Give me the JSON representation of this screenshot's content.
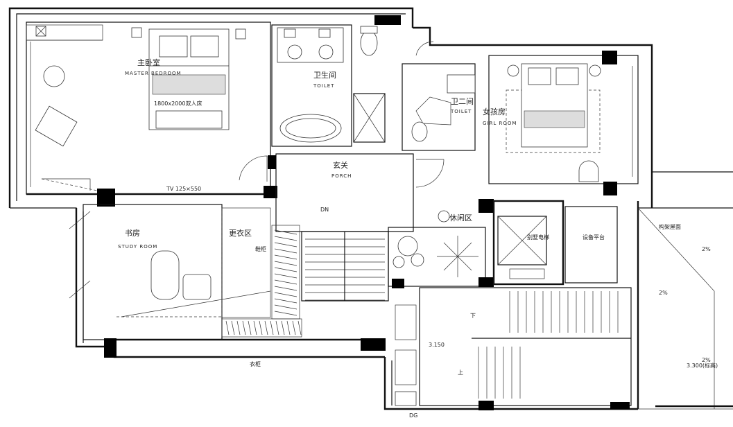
{
  "rooms": {
    "master_bedroom": {
      "cn": "主卧室",
      "en": "MASTER BEDROOM",
      "bed": "1800x2000双人床"
    },
    "master_bath": {
      "cn": "卫生间",
      "en": "TOILET"
    },
    "girl_room": {
      "cn": "女孩房",
      "en": "GIRL ROOM"
    },
    "bath2": {
      "cn": "卫二间",
      "en": "TOILET"
    },
    "porch": {
      "cn": "玄关",
      "en": "PORCH"
    },
    "study": {
      "cn": "书房",
      "en": "STUDY ROOM"
    },
    "wardrobe": {
      "cn": "更衣区"
    },
    "leisure": {
      "cn": "休闲区"
    },
    "elevator": {
      "cn": "别墅电梯"
    },
    "equipment": {
      "cn": "设备平台"
    },
    "roof": {
      "cn": "构架屋面"
    }
  },
  "labels": {
    "tv": "TV 125×550",
    "dn": "DN",
    "up": "上",
    "down": "下",
    "lvl1": "3.150",
    "lvl2": "3.300(标高)",
    "slope": "2%",
    "dg": "DG",
    "shoe": "鞋柜",
    "cab": "衣柜"
  }
}
